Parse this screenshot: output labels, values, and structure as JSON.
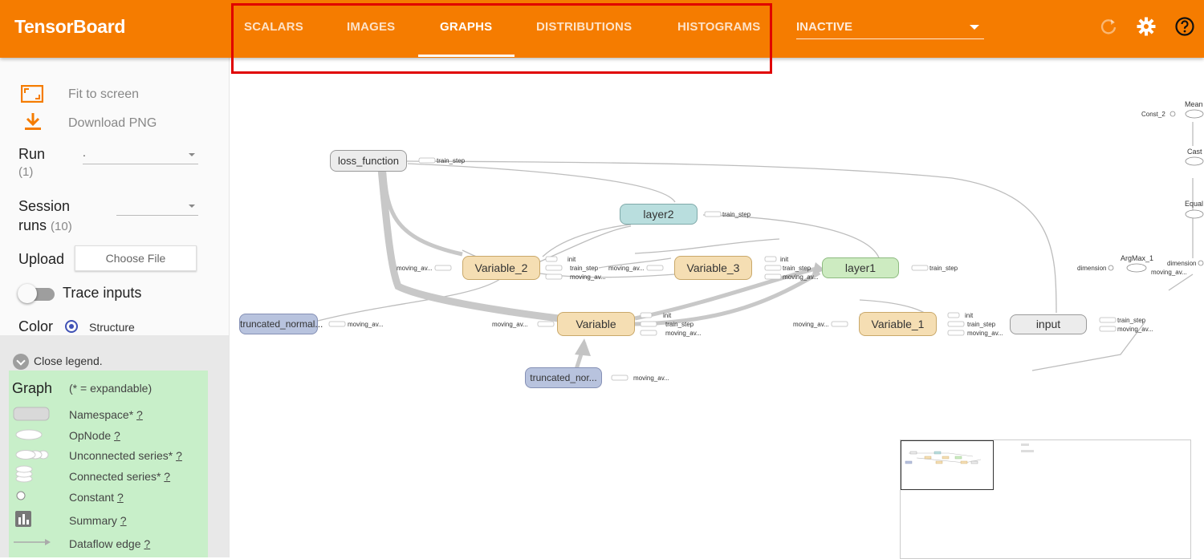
{
  "header": {
    "brand": "TensorBoard",
    "tabs": [
      {
        "label": "SCALARS"
      },
      {
        "label": "IMAGES"
      },
      {
        "label": "GRAPHS",
        "active": true
      },
      {
        "label": "DISTRIBUTIONS"
      },
      {
        "label": "HISTOGRAMS"
      }
    ],
    "run_select_value": "INACTIVE",
    "icons": [
      "refresh-icon",
      "gear-icon",
      "help-icon"
    ],
    "accent_color": "#f57c00"
  },
  "sidebar": {
    "fit_to_screen": "Fit to screen",
    "download_png": "Download PNG",
    "run_label": "Run",
    "run_count": "(1)",
    "run_value": ".",
    "session_label_1": "Session",
    "session_label_2": "runs",
    "session_count": "(10)",
    "upload_label": "Upload",
    "choose_file": "Choose File",
    "trace_inputs": "Trace inputs",
    "color_label": "Color",
    "color_option": "Structure"
  },
  "legend": {
    "close": "Close legend.",
    "title": "Graph",
    "subtitle": "(* = expandable)",
    "items": [
      {
        "label": "Namespace*",
        "help": "?"
      },
      {
        "label": "OpNode",
        "help": "?"
      },
      {
        "label": "Unconnected series*",
        "help": "?"
      },
      {
        "label": "Connected series*",
        "help": "?"
      },
      {
        "label": "Constant",
        "help": "?"
      },
      {
        "label": "Summary",
        "help": "?"
      },
      {
        "label": "Dataflow edge",
        "help": "?"
      }
    ]
  },
  "graph": {
    "nodes": {
      "loss_function": "loss_function",
      "layer2": "layer2",
      "variable_2": "Variable_2",
      "variable_3": "Variable_3",
      "layer1": "layer1",
      "truncated_normal_1": "truncated_normal...",
      "variable": "Variable",
      "variable_1": "Variable_1",
      "input": "input",
      "truncated_normal_2": "truncated_nor..."
    },
    "right_nodes": {
      "mean": "Mean",
      "const_2": "Const_2",
      "cast": "Cast",
      "equal": "Equal",
      "argmax_1": "ArgMax_1",
      "dimension_a": "dimension",
      "dimension_b": "dimension",
      "moving_av": "moving_av..."
    },
    "series_labels": {
      "train_step": "train_step",
      "moving_av": "moving_av...",
      "init": "init"
    }
  }
}
